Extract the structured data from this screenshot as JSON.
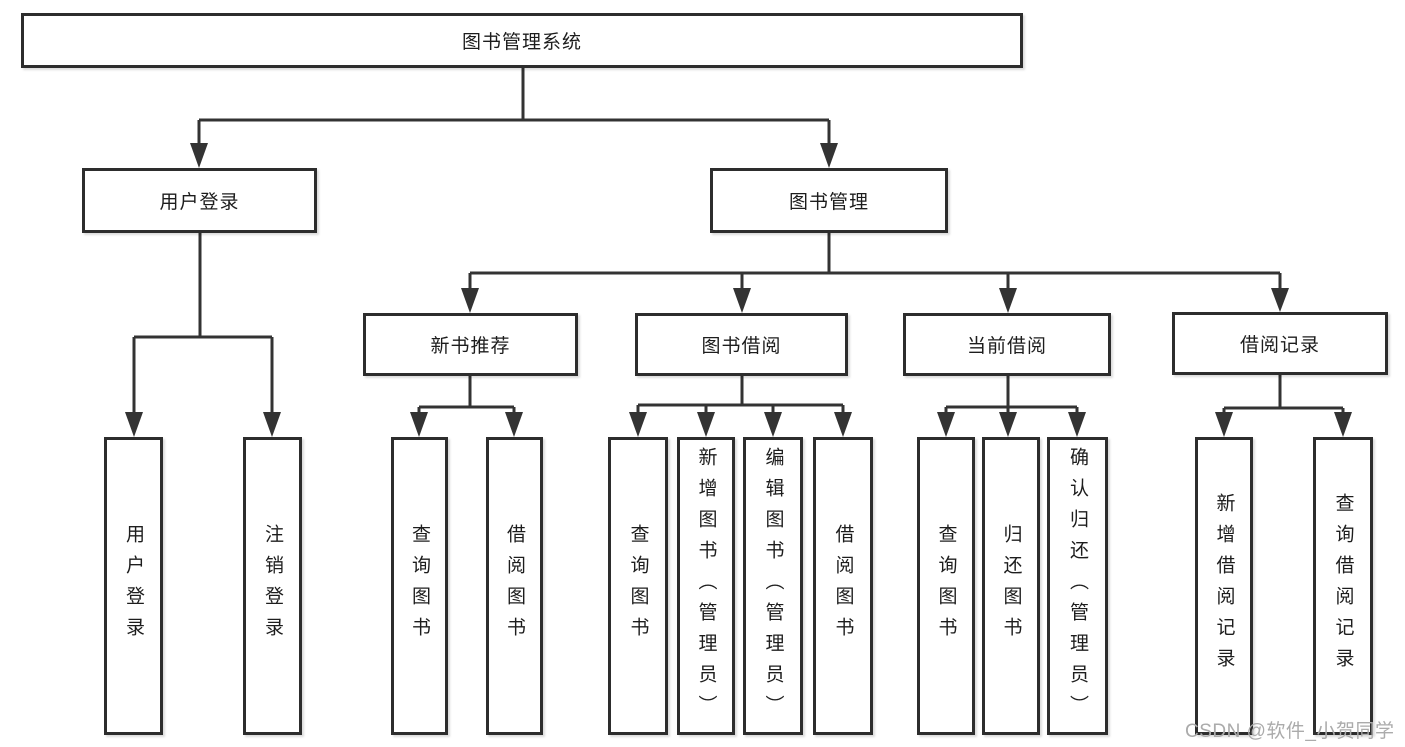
{
  "style": {
    "background": "#ffffff",
    "line_color": "#333333",
    "box_border_color": "#2d2d2d",
    "box_fill": "#ffffff",
    "text_color": "#1d1d1d",
    "watermark_color": "#ababab"
  },
  "tree": {
    "root": {
      "label": "图书管理系统"
    },
    "branches": [
      {
        "label": "用户登录",
        "children": [
          {
            "label": "用户登录"
          },
          {
            "label": "注销登录"
          }
        ]
      },
      {
        "label": "图书管理",
        "children": [
          {
            "label": "新书推荐",
            "children": [
              {
                "label": "查询图书"
              },
              {
                "label": "借阅图书"
              }
            ]
          },
          {
            "label": "图书借阅",
            "children": [
              {
                "label": "查询图书"
              },
              {
                "label": "新增图书（管理员）"
              },
              {
                "label": "编辑图书（管理员）"
              },
              {
                "label": "借阅图书"
              }
            ]
          },
          {
            "label": "当前借阅",
            "children": [
              {
                "label": "查询图书"
              },
              {
                "label": "归还图书"
              },
              {
                "label": "确认归还（管理员）"
              }
            ]
          },
          {
            "label": "借阅记录",
            "children": [
              {
                "label": "新增借阅记录"
              },
              {
                "label": "查询借阅记录"
              }
            ]
          }
        ]
      }
    ]
  },
  "watermark": {
    "text": "CSDN @软件_小贺同学"
  }
}
